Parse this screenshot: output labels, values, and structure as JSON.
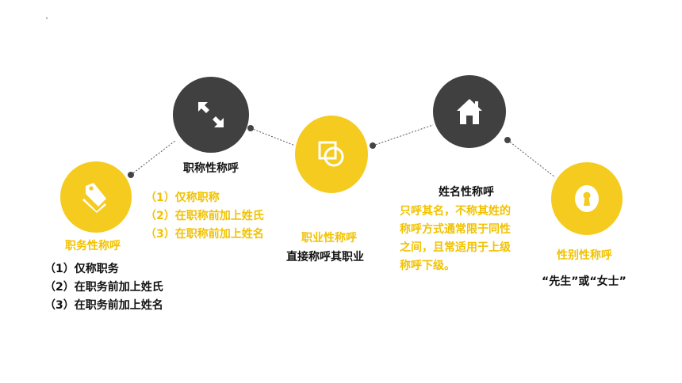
{
  "nodes": {
    "job": {
      "title": "职务性称呼",
      "items": [
        "（1）仅称职务",
        "（2）在职务前加上姓氏",
        "（3）在职务前加上姓名"
      ]
    },
    "rank": {
      "title": "职称性称呼",
      "items": [
        "（1）仅称职称",
        "（2）在职称前加上姓氏",
        "（3）在职称前加上姓名"
      ]
    },
    "profession": {
      "title": "职业性称呼",
      "desc": "直接称呼其职业"
    },
    "name": {
      "title": "姓名性称呼",
      "lines": [
        "只呼其名，不称其姓的",
        "称呼方式通常限于同性",
        "之间，且常适用于上级",
        "称呼下级。"
      ]
    },
    "gender": {
      "title": "性别性称呼",
      "desc": "“先生”或“女士”"
    }
  },
  "icons": [
    "tag-icon",
    "expand-arrows-icon",
    "shapes-icon",
    "home-icon",
    "keyhole-icon"
  ],
  "colors": {
    "yellow": "#f5cb1f",
    "dark": "#404040",
    "label": "#f2c200"
  }
}
